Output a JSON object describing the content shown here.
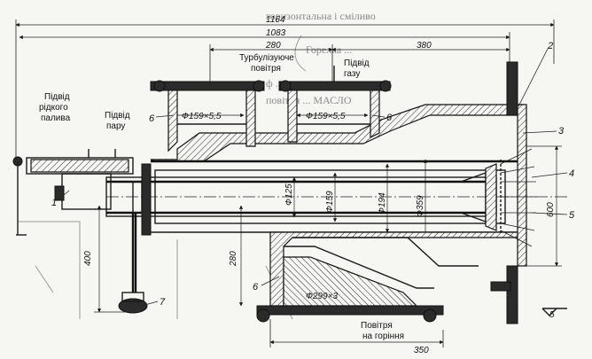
{
  "bleed": [
    "горизонтальна і сміливо",
    "Горелка ...",
    "ф ... ...",
    "повітря ... МАСЛО",
    "..."
  ],
  "dims": {
    "overall_length": "1164",
    "body_length": "1083",
    "inlet_spacing": "280",
    "front_length": "380",
    "pipe_left": "Ф159×5,5",
    "pipe_right": "Ф159×5,5",
    "air_pipe": "Ф299×3",
    "bottom_spacing": "350",
    "height_400": "400",
    "height_280": "280",
    "height_600": "600",
    "d125": "Ф125",
    "d159_inner": "Ф159",
    "d194": "Ф194",
    "d359": "Ф359",
    "level": "5"
  },
  "labels": {
    "turb_air": [
      "Турбулізуюче",
      "повітря"
    ],
    "gas_supply": [
      "Підвід",
      "газу"
    ],
    "liquid_fuel": [
      "Підвід",
      "рідкого",
      "палива"
    ],
    "steam_supply": [
      "Підвід",
      "пару"
    ],
    "combustion_air": [
      "Повітря",
      "на горіння"
    ]
  },
  "callouts": {
    "1": "1",
    "2": "2",
    "3": "3",
    "4": "4",
    "5": "5",
    "6": "6",
    "7": "7"
  }
}
